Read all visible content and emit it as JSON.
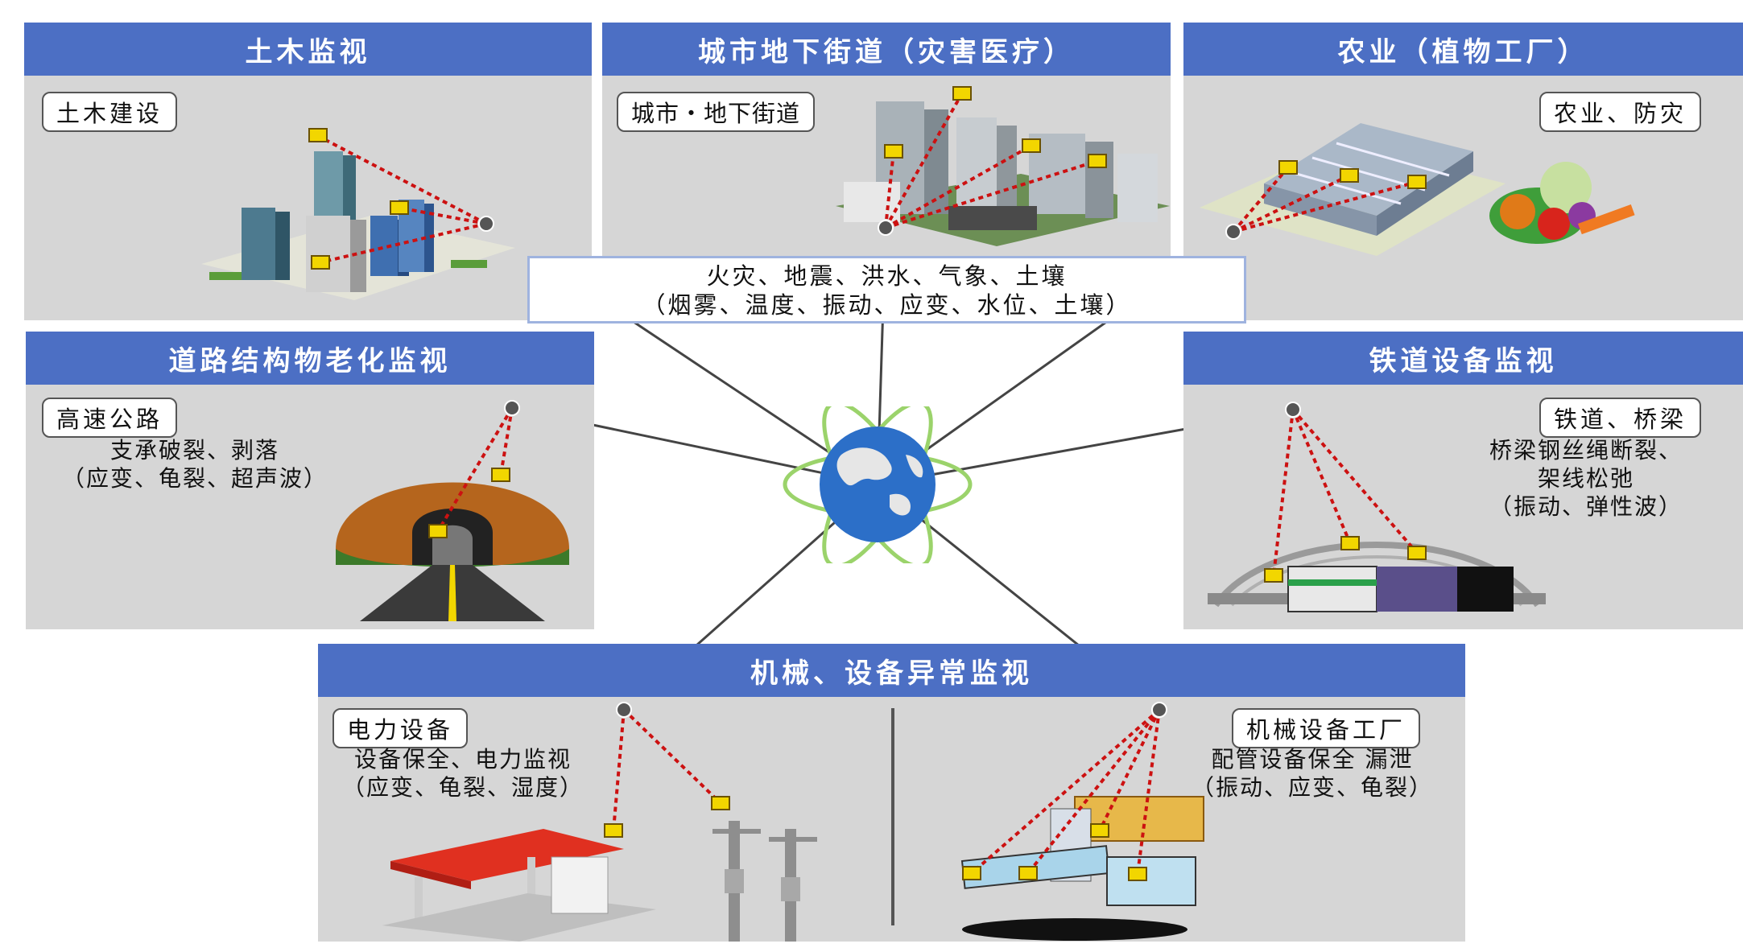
{
  "center": {
    "line1": "火灾、地震、洪水、气象、土壤",
    "line2": "（烟雾、温度、振动、应变、水位、土壤）"
  },
  "panels": {
    "civil": {
      "title": "土木监视",
      "label": "土木建设"
    },
    "urban": {
      "title": "城市地下街道（灾害医疗）",
      "label": "城市・地下街道"
    },
    "agri": {
      "title": "农业（植物工厂）",
      "label": "农业、防灾"
    },
    "road": {
      "title": "道路结构物老化监视",
      "label": "高速公路",
      "desc1": "支承破裂、剥落",
      "desc2": "（应变、龟裂、超声波）"
    },
    "rail": {
      "title": "铁道设备监视",
      "label": "铁道、桥梁",
      "desc1": "桥梁钢丝绳断裂、",
      "desc2": "架线松弛",
      "desc3": "（振动、弹性波）"
    },
    "machine": {
      "title": "机械、设备异常监视"
    },
    "power": {
      "label": "电力设备",
      "desc1": "设备保全、电力监视",
      "desc2": "（应变、龟裂、湿度）"
    },
    "factory": {
      "label": "机械设备工厂",
      "desc1": "配管设备保全 漏泄",
      "desc2": "（振动、应变、龟裂）"
    }
  },
  "colors": {
    "header": "#4c6fc4",
    "panel": "#d6d6d6",
    "sensor": "#f2d600",
    "link": "#cc1111"
  }
}
